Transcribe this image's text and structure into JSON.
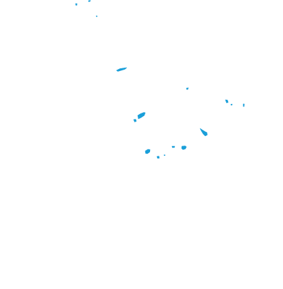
{
  "map": {
    "background_color": "#ffffff",
    "feature_color": "#1a9fd9",
    "features": [
      "island-cluster-northwest",
      "island-north-small",
      "island-west-elongated",
      "island-east-small",
      "island-cluster-east",
      "island-cluster-central",
      "island-east-central",
      "island-cluster-south"
    ]
  }
}
